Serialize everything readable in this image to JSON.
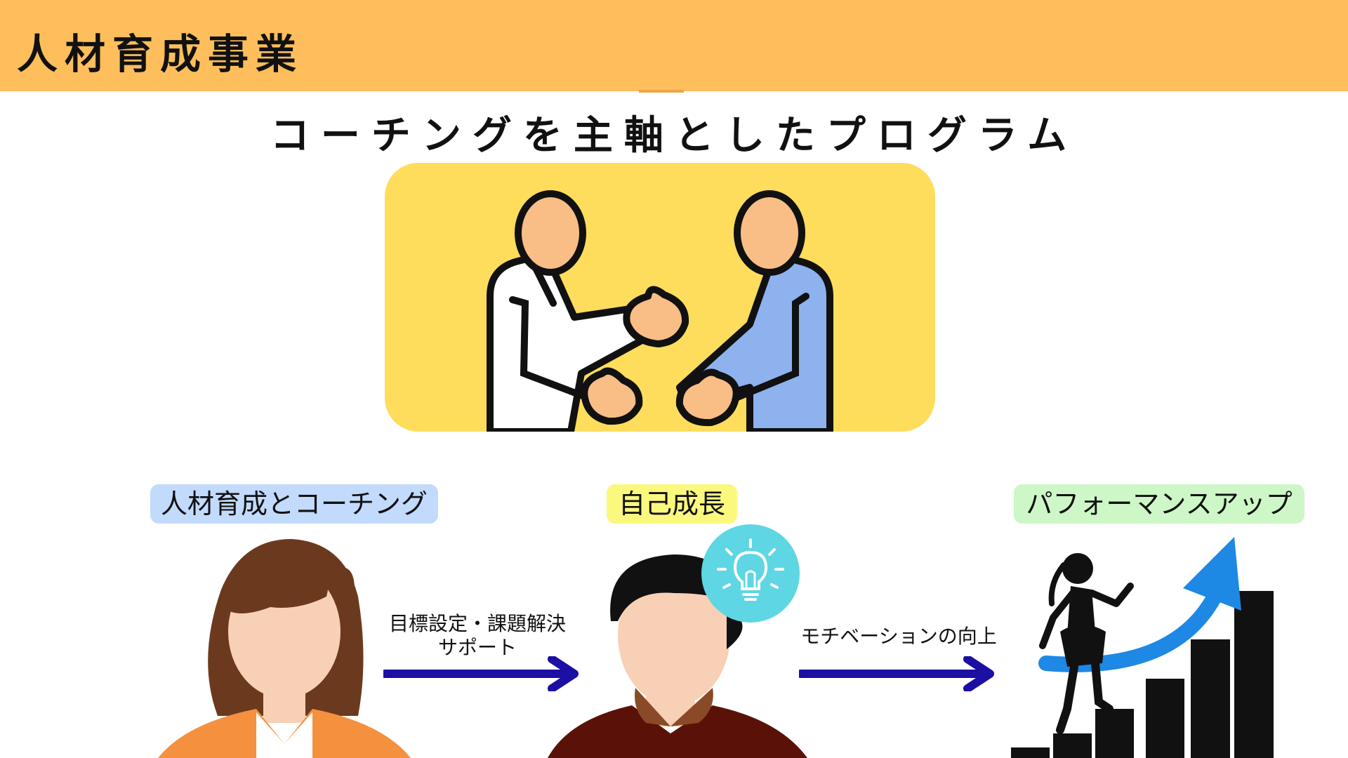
{
  "header": {
    "title": "人材育成事業",
    "color": "#FEBE5C"
  },
  "main": {
    "heading": "コーチングを主軸としたプログラム"
  },
  "stages": [
    {
      "label": "人材育成とコーチング",
      "color": "#C2DAFB"
    },
    {
      "label": "自己成長",
      "color": "#FBF87E"
    },
    {
      "label": "パフォーマンスアップ",
      "color": "#CDF7C6"
    }
  ],
  "arrows": [
    {
      "caption_line1": "目標設定・課題解決",
      "caption_line2": "サポート",
      "color": "#1C0FA3"
    },
    {
      "caption_line1": "モチベーションの向上",
      "color": "#1C0FA3"
    }
  ],
  "icons": {
    "coaching": "handshake-coaching-icon",
    "coach": "woman-coach-icon",
    "learner": "man-learner-icon",
    "idea": "lightbulb-icon",
    "growth": "stairs-growth-icon"
  }
}
